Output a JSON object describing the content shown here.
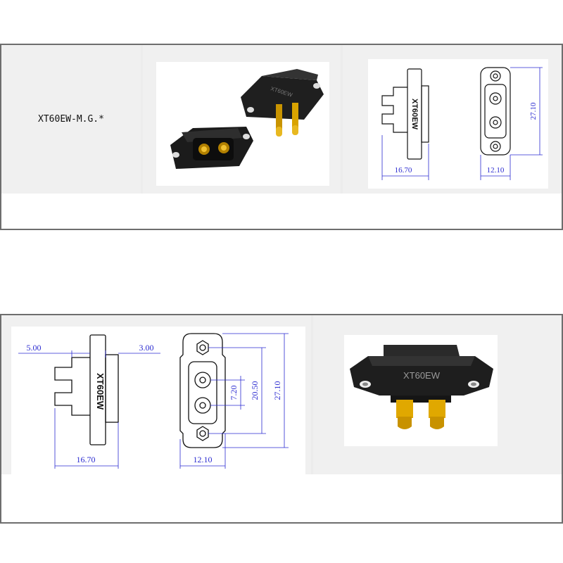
{
  "model": {
    "name": "XT60EW-M.G.*"
  },
  "product_photo": {
    "housing_text": "XT60EW"
  },
  "drawing_small": {
    "part_marking": "XT60EW",
    "dims": {
      "length": "16.70",
      "width": "12.10",
      "height": "27.10"
    }
  },
  "drawing_large": {
    "part_marking": "XT60EW",
    "dims": {
      "flange_left": "5.00",
      "flange_right": "3.00",
      "length": "16.70",
      "width": "12.10",
      "pin_pitch": "7.20",
      "mount_pitch": "20.50",
      "height": "27.10"
    }
  },
  "colors": {
    "dimension": "#2a2ad0",
    "gold": "#e0a800",
    "housing": "#1e1e1e",
    "border": "#6e6e6e"
  }
}
